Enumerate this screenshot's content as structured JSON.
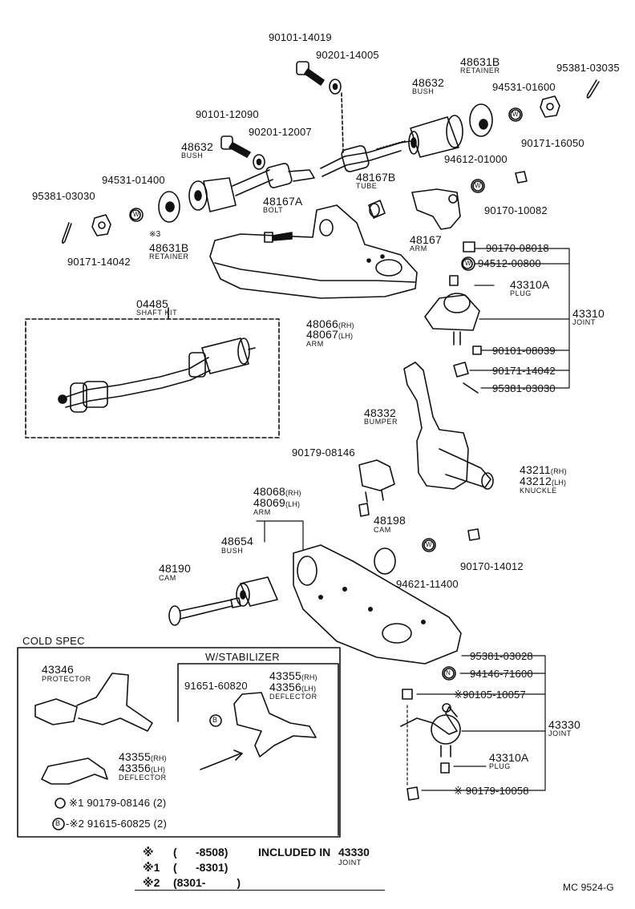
{
  "parts": {
    "bolt_90101_14019": "90101-14019",
    "washer_90201_14005": "90201-14005",
    "retainer_48631B_top": "48631B",
    "retainer_label_top": "RETAINER",
    "pin_95381_03035": "95381-03035",
    "bush_48632_top": "48632",
    "bush_label_top": "BUSH",
    "washer_94531_01600": "94531-01600",
    "bolt_90101_12090": "90101-12090",
    "washer_90201_12007": "90201-12007",
    "nut_90171_16050": "90171-16050",
    "bush_48632_left": "48632",
    "bush_label_left": "BUSH",
    "washer_94531_01400": "94531-01400",
    "tube_48167B": "48167B",
    "tube_label": "TUBE",
    "washer_94612_01000": "94612-01000",
    "pin_95381_03030_top": "95381-03030",
    "bolt_48167A": "48167A",
    "bolt_label": "BOLT",
    "nut_90170_10082": "90170-10082",
    "mark_3": "※3",
    "retainer_48631B_left": "48631B",
    "retainer_label_left": "RETAINER",
    "nut_90171_14042_left": "90171-14042",
    "arm_48167": "48167",
    "arm_label_48167": "ARM",
    "nut_90170_08018": "90170-08018",
    "washer_94512_00800": "94512-00800",
    "plug_43310A_top": "43310A",
    "plug_label_top": "PLUG",
    "joint_43310": "43310",
    "joint_label_43310": "JOINT",
    "shaftkit_04485": "04485",
    "shaftkit_label": "SHAFT KIT",
    "arm_48066": "48066",
    "arm_48066_side": "(RH)",
    "arm_48067": "48067",
    "arm_48067_side": "(LH)",
    "arm_label_upper": "ARM",
    "bolt_90101_08039": "90101-08039",
    "nut_90171_14042_right": "90171-14042",
    "pin_95381_03030_right": "95381-03030",
    "bumper_48332": "48332",
    "bumper_label": "BUMPER",
    "bolt_90179_08146": "90179-08146",
    "knuckle_43211": "43211",
    "knuckle_43211_side": "(RH)",
    "knuckle_43212": "43212",
    "knuckle_43212_side": "(LH)",
    "knuckle_label": "KNUCKLE",
    "arm_48068": "48068",
    "arm_48068_side": "(RH)",
    "arm_48069": "48069",
    "arm_48069_side": "(LH)",
    "arm_label_lower": "ARM",
    "cam_48198": "48198",
    "cam_label_48198": "CAM",
    "bush_48654": "48654",
    "bush_label_48654": "BUSH",
    "nut_90170_14012": "90170-14012",
    "cam_48190": "48190",
    "cam_label_48190": "CAM",
    "washer_94621_11400": "94621-11400",
    "pin_95381_03028": "95381-03028",
    "washer_94146_71600": "94146-71600",
    "bolt_90105_10057": "※90105-10057",
    "joint_43330": "43330",
    "joint_label_43330": "JOINT",
    "plug_43310A_bottom": "43310A",
    "plug_label_bottom": "PLUG",
    "bolt_90179_10058": "※ 90179-10058"
  },
  "cold_spec": {
    "title": "COLD SPEC",
    "protector": "43346",
    "protector_label": "PROTECTOR",
    "deflector_a": "43355",
    "deflector_a_side": "(RH)",
    "deflector_b": "43356",
    "deflector_b_side": "(LH)",
    "deflector_label": "DEFLECTOR",
    "bolt_line": "※1 90179-08146 (2)",
    "bolt_b_line": "-※2 91615-60825 (2)",
    "b_marker": "B"
  },
  "stabilizer": {
    "title": "W/STABILIZER",
    "bolt": "91651-60820",
    "b_marker": "B",
    "deflector_a": "43355",
    "deflector_a_side": "(RH)",
    "deflector_b": "43356",
    "deflector_b_side": "(LH)",
    "deflector_label": "DEFLECTOR"
  },
  "washer_markers": {
    "w": "W",
    "n": "N"
  },
  "legend": {
    "r1_mark": "※",
    "r1_range": "(      -8508)",
    "r1_text": "INCLUDED IN",
    "r1_part": "43330",
    "r1_part_label": "JOINT",
    "r2_mark": "※1",
    "r2_range": "(      -8301)",
    "r3_mark": "※2",
    "r3_range": "(8301-          )"
  },
  "footer_code": "MC 9524-G"
}
